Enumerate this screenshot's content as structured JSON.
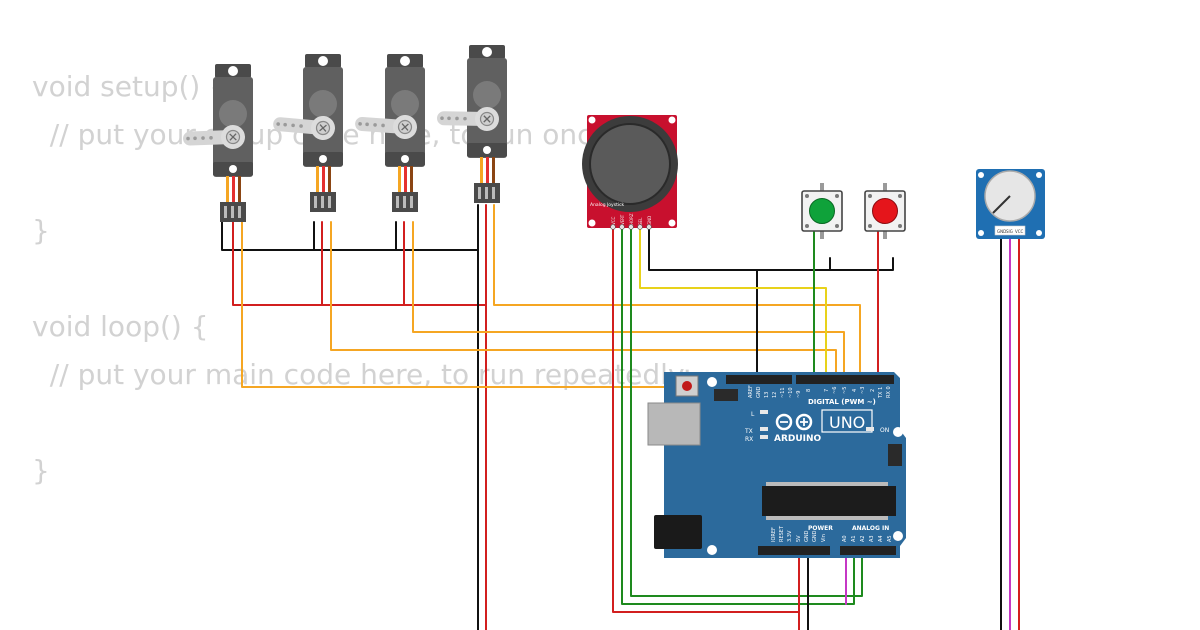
{
  "code": {
    "lines": [
      "void setup() {",
      "  // put your setup code here, to run once:",
      "",
      "}",
      "",
      "void loop() {",
      "  // put your main code here, to run repeatedly:",
      "",
      "}"
    ]
  },
  "board": {
    "brand": "ARDUINO",
    "model": "UNO",
    "digital_label": "DIGITAL (PWM ~)",
    "power_label": "POWER",
    "analog_label": "ANALOG IN",
    "aref": "AREF",
    "gnd": "GND",
    "digital_pins": [
      "13",
      "12",
      "~11",
      "~10",
      "~9",
      "8",
      "7",
      "~6",
      "~5",
      "4",
      "~3",
      "2",
      "TX 1",
      "RX 0"
    ],
    "power_pins": [
      "IOREF",
      "RESET",
      "3.3V",
      "5V",
      "GND",
      "GND",
      "Vin"
    ],
    "analog_pins": [
      "A0",
      "A1",
      "A2",
      "A3",
      "A4",
      "A5"
    ],
    "led_l": "L",
    "led_tx": "TX",
    "led_rx": "RX",
    "led_on": "ON"
  },
  "joystick": {
    "label": "Analog Joystick",
    "pins": [
      "VCC",
      "VERT",
      "HORZ",
      "SEL",
      "GND"
    ]
  },
  "pot": {
    "pins": [
      "GND",
      "SIG",
      "VCC"
    ]
  },
  "colors": {
    "board": "#2c6a9c",
    "joystick_pcb": "#c8102e",
    "pot_pcb": "#1f6fb2",
    "button_green": "#0fa23a",
    "button_red": "#e5151b",
    "wire_black": "#111111",
    "wire_red": "#d21f1f",
    "wire_orange": "#f5a623",
    "wire_yellow": "#e8d21a",
    "wire_green": "#1e8a1e",
    "wire_magenta": "#c537c5"
  }
}
